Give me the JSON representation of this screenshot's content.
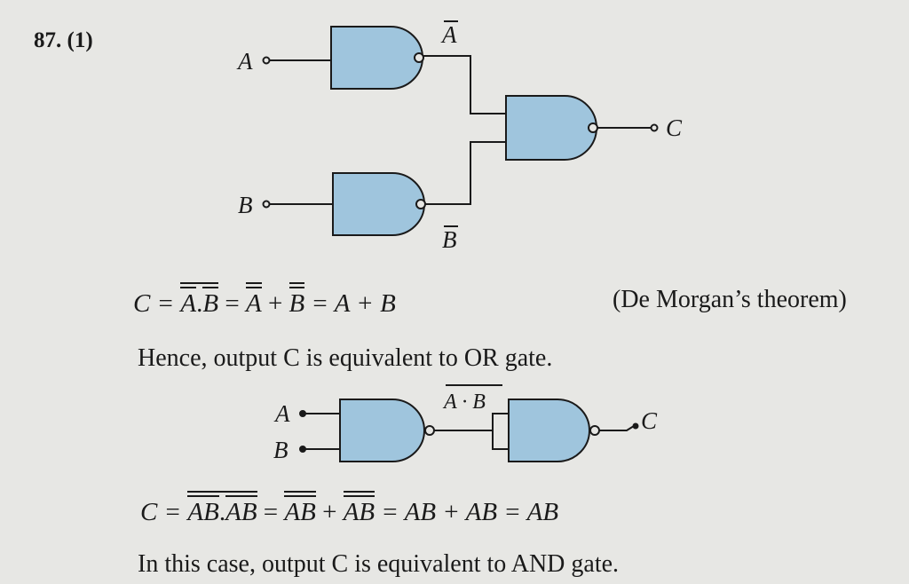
{
  "question_number": "87. (1)",
  "diagram1": {
    "input_a": "A",
    "input_b": "B",
    "output": "C",
    "not_a": "A",
    "not_b": "B"
  },
  "equation1": {
    "lhs": "C =",
    "t1a": "A",
    "t1dot": ".",
    "t1b": "B",
    "eq2": "=",
    "t2a": "A",
    "plus": "+",
    "t2b": "B",
    "rest": "= A + B"
  },
  "theorem_note": "(De Morgan’s theorem)",
  "conclusion1": "Hence, output C is equivalent to OR gate.",
  "diagram2": {
    "input_a": "A",
    "input_b": "B",
    "output": "C",
    "mid_label": "A · B"
  },
  "equation2": {
    "lhs": "C =",
    "t1": "AB",
    "dot": ".",
    "t2": "AB",
    "eq2": "=",
    "t3": "AB",
    "plus": "+",
    "t4": "AB",
    "rest": "= AB + AB = AB"
  },
  "conclusion2": "In this case, output C is equivalent to AND gate.",
  "colors": {
    "gate_fill": "#9fc5dd",
    "background": "#e7e7e4"
  }
}
